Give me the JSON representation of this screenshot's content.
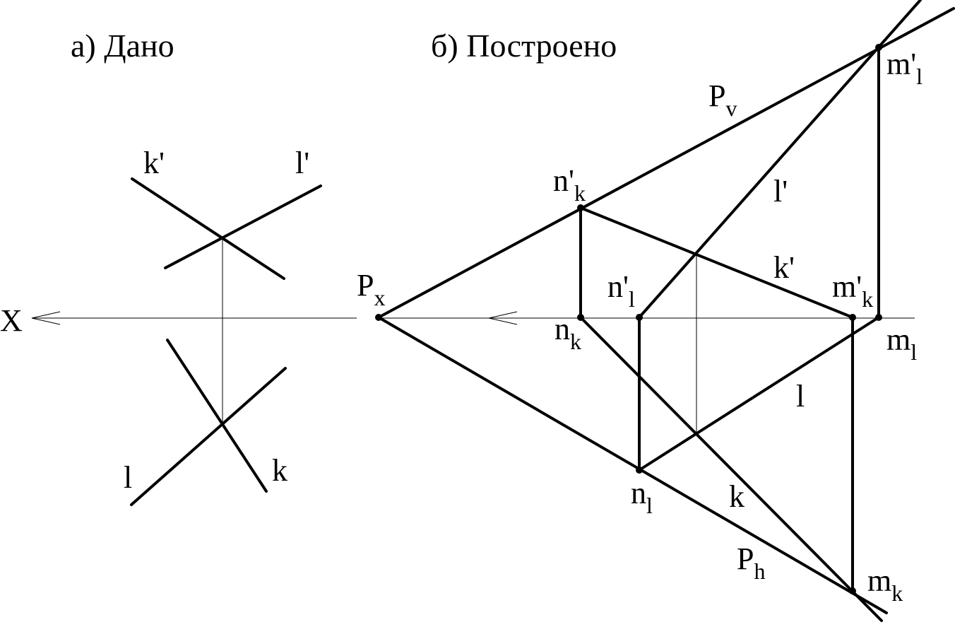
{
  "titles": {
    "given": "а) Дано",
    "built": "б) Построено"
  },
  "labels": {
    "x_axis": "X",
    "given_k_prime": "k'",
    "given_l_prime": "l'",
    "given_l": "l",
    "given_k": "k",
    "Px_main": "P",
    "Px_sub": "x",
    "Pv_main": "P",
    "Pv_sub": "v",
    "Ph_main": "P",
    "Ph_sub": "h",
    "l_prime": "l'",
    "k_prime": "k'",
    "l": "l",
    "k": "k",
    "m1_prime_main": "m'",
    "m1_prime_sub": "l",
    "mk_prime_main": "m'",
    "mk_prime_sub": "k",
    "nk_prime_main": "n'",
    "nk_prime_sub": "k",
    "n1_prime_main": "n'",
    "n1_prime_sub": "l",
    "nk_main": "n",
    "nk_sub": "k",
    "m1_main": "m",
    "m1_sub": "l",
    "n1_main": "n",
    "n1_sub": "l",
    "mk_main": "m",
    "mk_sub": "k"
  }
}
